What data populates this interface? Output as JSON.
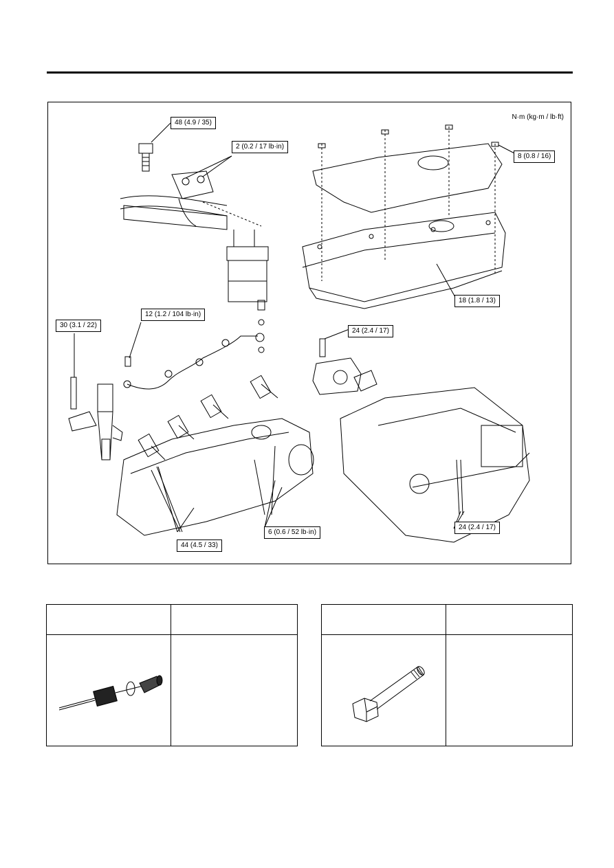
{
  "figure": {
    "units": "N·m (kg·m / lb·ft)",
    "callouts": {
      "c48": "48 (4.9 / 35)",
      "c2": "2 (0.2 / 17 lb·in)",
      "c8": "8 (0.8 / 16)",
      "c18": "18 (1.8 / 13)",
      "c12": "12 (1.2 / 104 lb·in)",
      "c30": "30 (3.1 / 22)",
      "c24a": "24 (2.4 / 17)",
      "c24b": "24 (2.4 / 17)",
      "c44": "44 (4.5 / 33)",
      "c6": "6 (0.6 / 52 lb·in)"
    }
  },
  "tools": [
    {
      "header_name": "",
      "header_desc": "",
      "icon": "slide-hammer-icon"
    },
    {
      "header_name": "",
      "header_desc": "",
      "icon": "adapter-bolt-icon"
    }
  ]
}
